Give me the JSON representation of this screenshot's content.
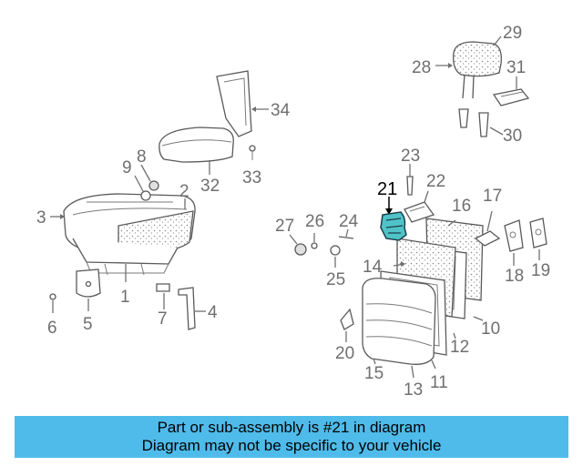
{
  "diagram": {
    "callouts": [
      "1",
      "2",
      "3",
      "4",
      "5",
      "6",
      "7",
      "8",
      "9",
      "10",
      "11",
      "12",
      "13",
      "14",
      "15",
      "16",
      "17",
      "18",
      "19",
      "20",
      "21",
      "22",
      "23",
      "24",
      "25",
      "26",
      "27",
      "28",
      "29",
      "30",
      "31",
      "32",
      "33",
      "34"
    ],
    "highlighted_part": "21",
    "highlight_color": "#4fc3c8"
  },
  "banner": {
    "line1": "Part or sub-assembly is #21 in diagram",
    "line2": "Diagram may not be specific to your vehicle",
    "background": "#4fbbea"
  }
}
